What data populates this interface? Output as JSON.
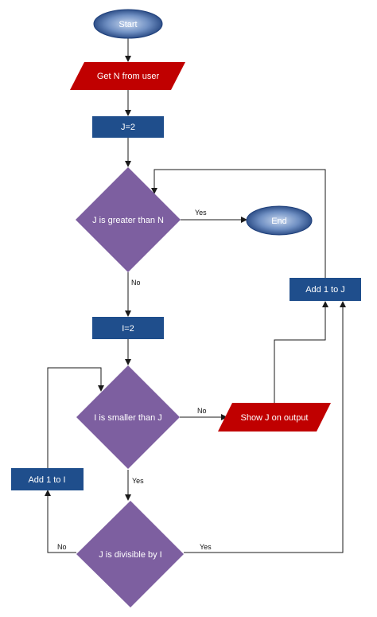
{
  "colors": {
    "terminal_dark": "#1e3f7a",
    "terminal_light": "#c7d7ef",
    "io_fill": "#c00000",
    "process_fill": "#1f4e8c",
    "decision_fill": "#7d5fa0",
    "connector": "#1a1a1a"
  },
  "nodes": {
    "start": "Start",
    "get_n": "Get N from user",
    "set_j": "J=2",
    "cond_j_gt_n": "J is greater than N",
    "end": "End",
    "set_i": "I=2",
    "cond_i_lt_j": "I is smaller than J",
    "show_j": "Show J on output",
    "add_j": "Add 1 to J",
    "add_i": "Add 1 to I",
    "cond_divisible": "J is divisible by I"
  },
  "edge_labels": {
    "j_gt_n_yes": "Yes",
    "j_gt_n_no": "No",
    "i_lt_j_no": "No",
    "i_lt_j_yes": "Yes",
    "divisible_no": "No",
    "divisible_yes": "Yes"
  }
}
